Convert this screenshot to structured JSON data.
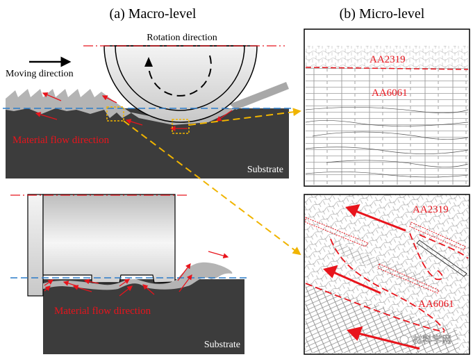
{
  "panels": {
    "macro": {
      "title": "(a) Macro-level",
      "top": {
        "rotation_label": "Rotation direction",
        "moving_label": "Moving direction",
        "flow_label": "Material flow direction",
        "substrate_label": "Substrate"
      },
      "bottom": {
        "flow_label": "Material flow direction",
        "substrate_label": "Substrate"
      }
    },
    "micro": {
      "title": "(b) Micro-level",
      "top": {
        "upper_alloy": "AA2319",
        "lower_alloy": "AA6061"
      },
      "bottom": {
        "upper_alloy": "AA2319",
        "lower_alloy": "AA6061"
      }
    }
  },
  "watermark": "材料学网",
  "colors": {
    "substrate": "#3c3c3c",
    "flow_arrow": "#e8141c",
    "centerline": "#e8141c",
    "surface_line": "#2a7bc8",
    "callout": "#f0b400",
    "tool_fill": "#d9d9d9",
    "flash": "#b4b4b4"
  }
}
